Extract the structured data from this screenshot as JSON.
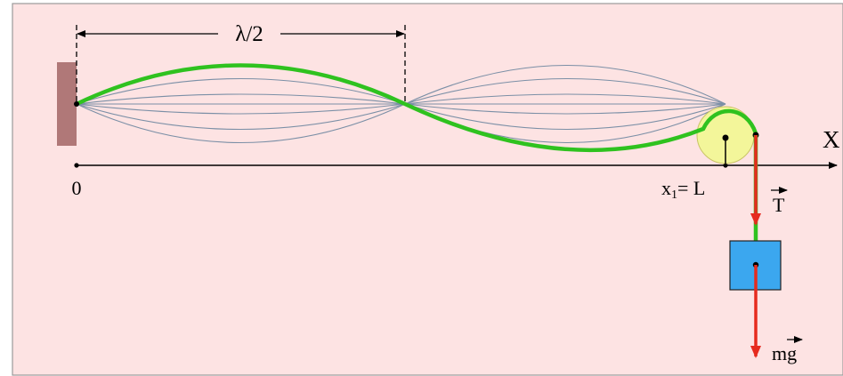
{
  "colors": {
    "background": "#fde3e3",
    "wall": "#b07878",
    "string_highlight": "#2fc21f",
    "string_modes": "#7b8fa6",
    "pulley": "#f3f69a",
    "block": "#3ba7ef",
    "force_arrow": "#e62b1f",
    "axis": "#000000"
  },
  "labels": {
    "half_wavelength": "λ/2",
    "origin": "0",
    "position": "x",
    "position_subscript": "1",
    "position_value": "= L",
    "axis": "X",
    "tension": "T",
    "weight": "mg"
  },
  "icons": {
    "tension_vector_marker": "vector-arrow-over-T",
    "weight_vector_marker": "vector-arrow-over-g"
  }
}
